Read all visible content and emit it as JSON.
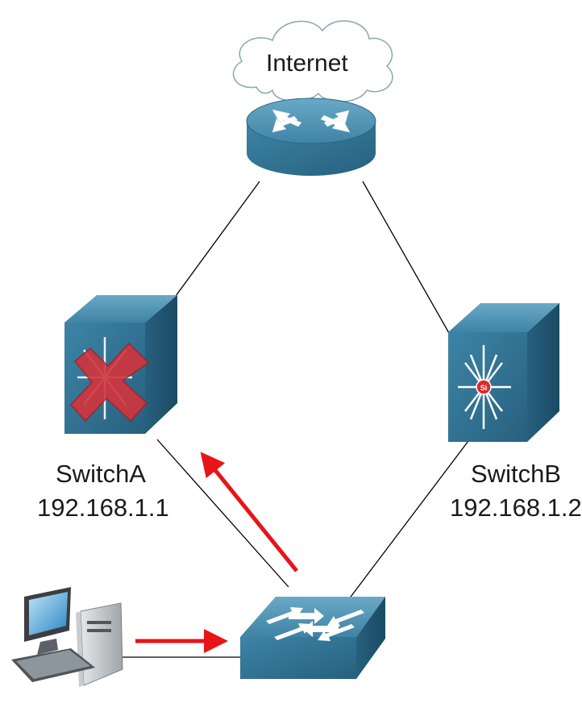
{
  "diagram": {
    "cloud": {
      "label": "Internet"
    },
    "switch_a": {
      "name": "SwitchA",
      "ip": "192.168.1.1",
      "status": "failed"
    },
    "switch_b": {
      "name": "SwitchB",
      "ip": "192.168.1.2",
      "status": "active"
    },
    "colors": {
      "device_top": "#4a8fb0",
      "device_front": "#2f6f8f",
      "device_side": "#1f5672",
      "link": "#000000",
      "arrow": "#e8141a",
      "failure_x": "#d2343c",
      "cloud_stroke": "#8aa6b0"
    },
    "icons": [
      "cloud-icon",
      "router-icon",
      "multilayer-switch-icon",
      "failure-x-icon",
      "workgroup-switch-icon",
      "workstation-icon",
      "arrow-icon"
    ]
  }
}
